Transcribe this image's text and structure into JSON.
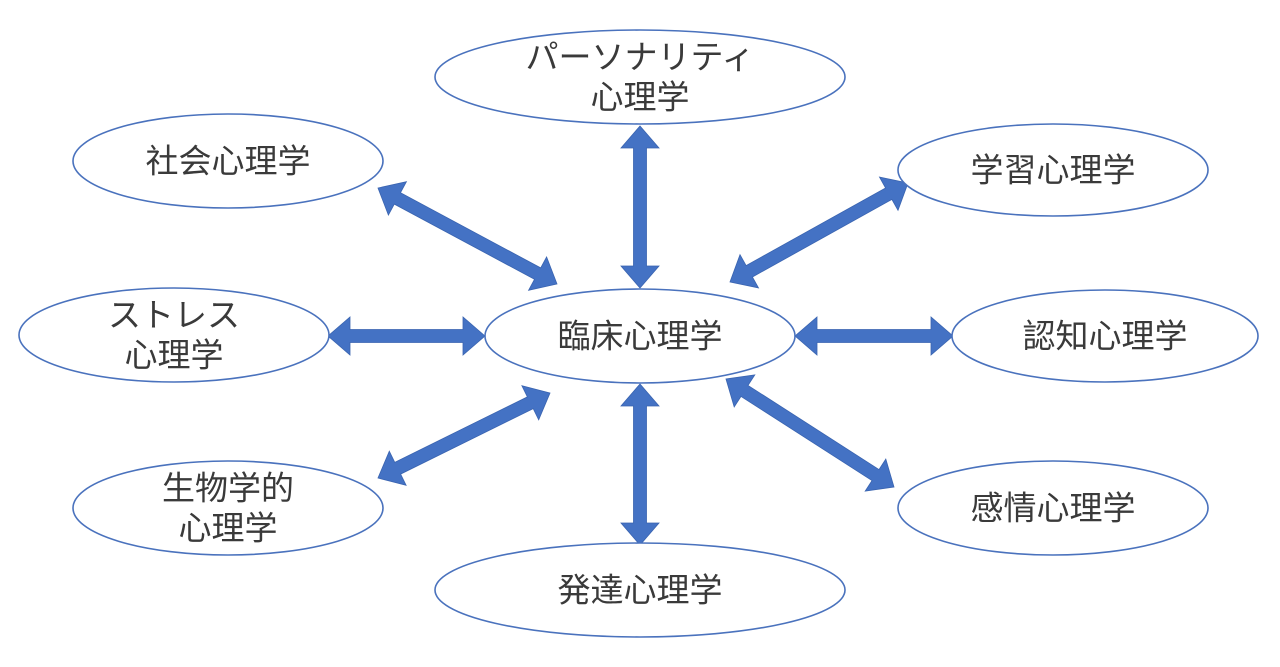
{
  "diagram": {
    "title": "",
    "type": "hub-and-spoke",
    "center_id": "clinical",
    "colors": {
      "arrow_fill": "#4472c4",
      "arrow_outline": "#3a64b0",
      "ellipse_stroke": "#4a72bd",
      "ellipse_fill": "#ffffff",
      "text": "#3a3a3a"
    },
    "nodes": [
      {
        "id": "clinical",
        "label_lines": [
          "臨床心理学"
        ],
        "position": "center"
      },
      {
        "id": "personality",
        "label_lines": [
          "パーソナリティ",
          "心理学"
        ],
        "position": "top"
      },
      {
        "id": "social",
        "label_lines": [
          "社会心理学"
        ],
        "position": "top-left"
      },
      {
        "id": "learning",
        "label_lines": [
          "学習心理学"
        ],
        "position": "top-right"
      },
      {
        "id": "stress",
        "label_lines": [
          "ストレス",
          "心理学"
        ],
        "position": "left"
      },
      {
        "id": "cognitive",
        "label_lines": [
          "認知心理学"
        ],
        "position": "right"
      },
      {
        "id": "biological",
        "label_lines": [
          "生物学的",
          "心理学"
        ],
        "position": "bottom-left"
      },
      {
        "id": "emotion",
        "label_lines": [
          "感情心理学"
        ],
        "position": "bottom-right"
      },
      {
        "id": "developmental",
        "label_lines": [
          "発達心理学"
        ],
        "position": "bottom"
      }
    ],
    "edges": [
      {
        "from": "clinical",
        "to": "personality",
        "direction": "both"
      },
      {
        "from": "clinical",
        "to": "social",
        "direction": "both"
      },
      {
        "from": "clinical",
        "to": "learning",
        "direction": "both"
      },
      {
        "from": "clinical",
        "to": "stress",
        "direction": "both"
      },
      {
        "from": "clinical",
        "to": "cognitive",
        "direction": "both"
      },
      {
        "from": "clinical",
        "to": "biological",
        "direction": "both"
      },
      {
        "from": "clinical",
        "to": "emotion",
        "direction": "both"
      },
      {
        "from": "clinical",
        "to": "developmental",
        "direction": "both"
      }
    ]
  }
}
